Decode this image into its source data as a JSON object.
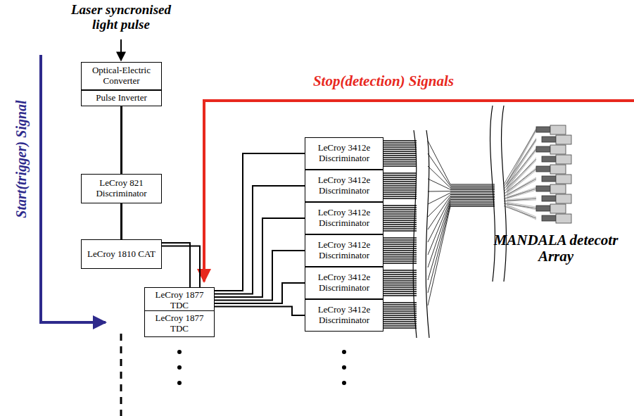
{
  "diagram": {
    "nodes": [
      {
        "text": [
          "Optical-Electric Converter"
        ]
      },
      {
        "text": [
          "Pulse Inverter"
        ]
      },
      {
        "text": [
          "LeCroy 821 Discriminator"
        ]
      },
      {
        "text": [
          "LeCroy 1810 CAT"
        ]
      },
      {
        "text": [
          "LeCroy 1877 TDC"
        ]
      },
      {
        "text": [
          "LeCroy 1877 TDC"
        ]
      },
      {
        "text": [
          "LeCroy 3412e Discriminator"
        ]
      },
      {
        "text": [
          "LeCroy 3412e Discriminator"
        ]
      },
      {
        "text": [
          "LeCroy 3412e Discriminator"
        ]
      },
      {
        "text": [
          "LeCroy 3412e Discriminator"
        ]
      },
      {
        "text": [
          "LeCroy 3412e Discriminator"
        ]
      },
      {
        "text": [
          "LeCroy 3412e Discriminator"
        ]
      }
    ],
    "edges": [
      {
        "from": 1,
        "to": 2,
        "arrow": "none"
      },
      {
        "from": 2,
        "to": 3,
        "arrow": "none"
      },
      {
        "from": 3,
        "to": 4,
        "arrow": "none"
      },
      {
        "from": 3,
        "to": 5,
        "arrow": "none"
      },
      {
        "from": 4,
        "to": 6,
        "arrow": "none"
      },
      {
        "from": 4,
        "to": 7,
        "arrow": "none"
      },
      {
        "from": 4,
        "to": 8,
        "arrow": "none"
      },
      {
        "from": 4,
        "to": 9,
        "arrow": "none"
      },
      {
        "from": 4,
        "to": 10,
        "arrow": "none"
      },
      {
        "from": 4,
        "to": 11,
        "arrow": "none"
      }
    ],
    "labels": [
      "Laser syncronised light pulse",
      "Stop(detection) Signals",
      "Start(trigger) Signal",
      "MANDALA detecotr Array"
    ]
  }
}
